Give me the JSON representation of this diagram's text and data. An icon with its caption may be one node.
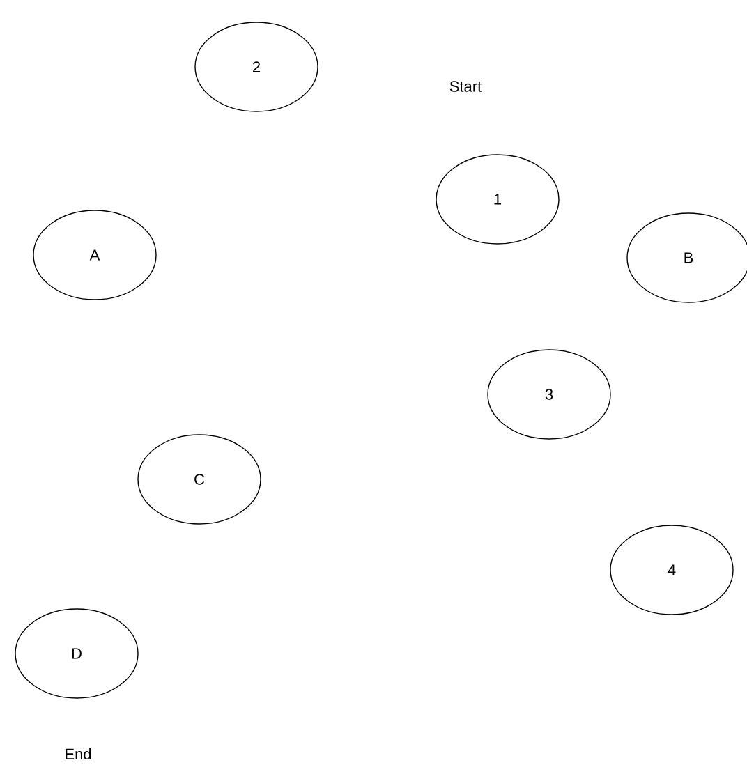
{
  "diagram": {
    "nodes": [
      {
        "text": [
          "2"
        ]
      },
      {
        "text": [
          "1"
        ]
      },
      {
        "text": [
          "A"
        ]
      },
      {
        "text": [
          "B"
        ]
      },
      {
        "text": [
          "3"
        ]
      },
      {
        "text": [
          "C"
        ]
      },
      {
        "text": [
          "4"
        ]
      },
      {
        "text": [
          "D"
        ]
      }
    ],
    "labels": [
      "Start",
      "End"
    ]
  }
}
